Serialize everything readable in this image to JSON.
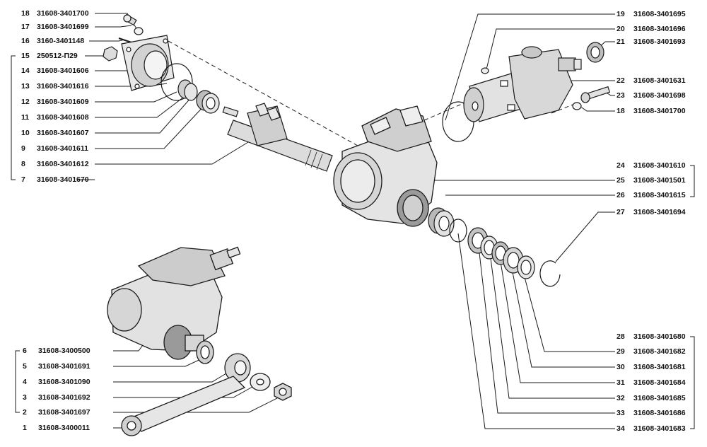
{
  "left_callouts": [
    {
      "num": "18",
      "code": "31608-3401700"
    },
    {
      "num": "17",
      "code": "31608-3401699"
    },
    {
      "num": "16",
      "code": "3160-3401148"
    },
    {
      "num": "15",
      "code": "250512-П29"
    },
    {
      "num": "14",
      "code": "31608-3401606"
    },
    {
      "num": "13",
      "code": "31608-3401616"
    },
    {
      "num": "12",
      "code": "31608-3401609"
    },
    {
      "num": "11",
      "code": "31608-3401608"
    },
    {
      "num": "10",
      "code": "31608-3401607"
    },
    {
      "num": "9",
      "code": "31608-3401611"
    },
    {
      "num": "8",
      "code": "31608-3401612"
    },
    {
      "num": "7",
      "code": "31608-3401670"
    }
  ],
  "right_top_callouts": [
    {
      "num": "19",
      "code": "31608-3401695"
    },
    {
      "num": "20",
      "code": "31608-3401696"
    },
    {
      "num": "21",
      "code": "31608-3401693"
    },
    {
      "num": "22",
      "code": "31608-3401631"
    },
    {
      "num": "23",
      "code": "31608-3401698"
    },
    {
      "num": "18",
      "code": "31608-3401700"
    }
  ],
  "right_mid_callouts": [
    {
      "num": "24",
      "code": "31608-3401610"
    },
    {
      "num": "25",
      "code": "31608-3401501"
    },
    {
      "num": "26",
      "code": "31608-3401615"
    },
    {
      "num": "27",
      "code": "31608-3401694"
    }
  ],
  "right_bottom_callouts": [
    {
      "num": "28",
      "code": "31608-3401680"
    },
    {
      "num": "29",
      "code": "31608-3401682"
    },
    {
      "num": "30",
      "code": "31608-3401681"
    },
    {
      "num": "31",
      "code": "31608-3401684"
    },
    {
      "num": "32",
      "code": "31608-3401685"
    },
    {
      "num": "33",
      "code": "31608-3401686"
    },
    {
      "num": "34",
      "code": "31608-3401683"
    }
  ],
  "bottom_left_callouts": [
    {
      "num": "6",
      "code": "31608-3400500"
    },
    {
      "num": "5",
      "code": "31608-3401691"
    },
    {
      "num": "4",
      "code": "31608-3401090"
    },
    {
      "num": "3",
      "code": "31608-3401692"
    },
    {
      "num": "2",
      "code": "31608-3401697"
    },
    {
      "num": "1",
      "code": "31608-3400011"
    }
  ],
  "colors": {
    "ink": "#1a1a1a",
    "fill": "#e6e6e6",
    "shade": "#bdbdbd",
    "dark": "#7a7a7a"
  }
}
